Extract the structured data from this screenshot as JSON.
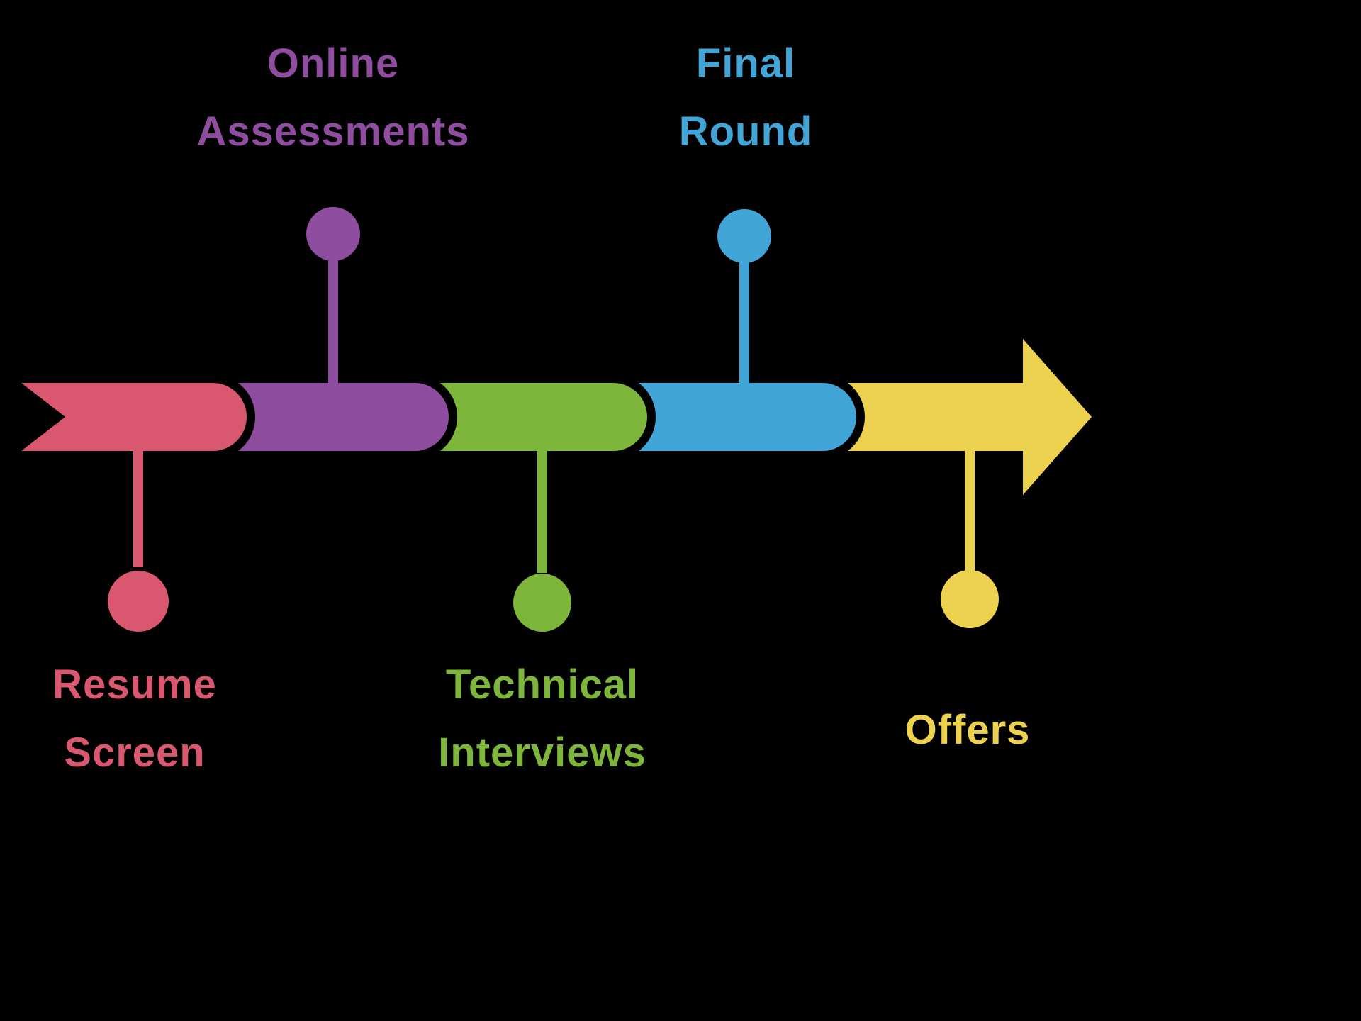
{
  "diagram": {
    "type": "timeline",
    "subject": "Hiring process stages",
    "background_color": "#000000",
    "stages": [
      {
        "label": "Resume Screen",
        "label_lines": [
          "Resume",
          "Screen"
        ],
        "color": "#d9586f",
        "label_position": "below",
        "order": 1
      },
      {
        "label": "Online Assessments",
        "label_lines": [
          "Online",
          "Assessments"
        ],
        "color": "#8e4d9e",
        "label_position": "above",
        "order": 2
      },
      {
        "label": "Technical Interviews",
        "label_lines": [
          "Technical",
          "Interviews"
        ],
        "color": "#7eb63c",
        "label_position": "below",
        "order": 3
      },
      {
        "label": "Final Round",
        "label_lines": [
          "Final",
          "Round"
        ],
        "color": "#42a5d8",
        "label_position": "above",
        "order": 4
      },
      {
        "label": "Offers",
        "label_lines": [
          "Offers"
        ],
        "color": "#edd24f",
        "label_position": "below",
        "order": 5
      }
    ],
    "arrow_direction": "right",
    "gap_color": "#000000"
  }
}
